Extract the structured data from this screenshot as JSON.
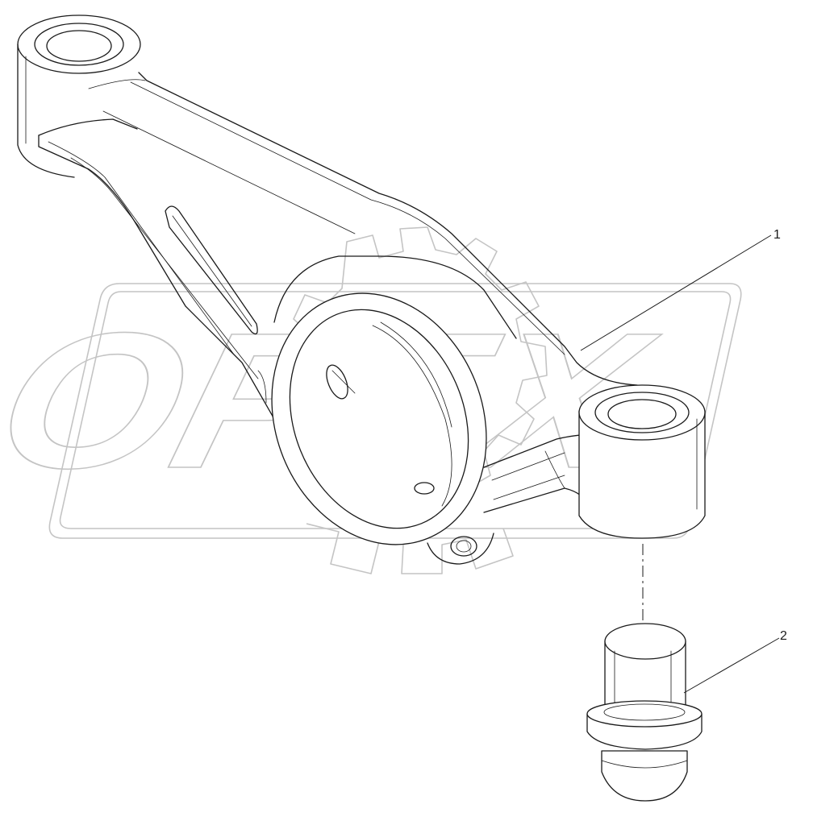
{
  "watermark": {
    "text": "OPEX"
  },
  "callouts": [
    {
      "id": "1",
      "label": "1"
    },
    {
      "id": "2",
      "label": "2"
    }
  ],
  "colors": {
    "line": "#1a1a1a",
    "watermark": "#c4c4c4",
    "background": "#ffffff"
  }
}
